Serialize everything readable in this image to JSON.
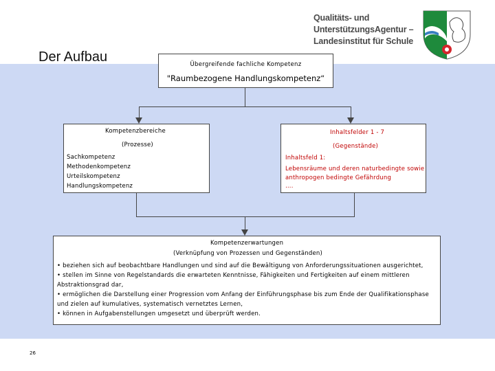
{
  "header": {
    "institution_lines": [
      "Qualitäts- und",
      "UnterstützungsAgentur –",
      "Landesinstitut für Schule"
    ],
    "title": "Der Aufbau"
  },
  "top_box": {
    "subtitle": "Übergreifende fachliche Kompetenz",
    "title": "\"Raumbezogene Handlungskompetenz“"
  },
  "left_box": {
    "title": "Kompetenzbereiche",
    "subtitle": "(Prozesse)",
    "items": [
      "Sachkompetenz",
      "Methodenkompetenz",
      "Urteilskompetenz",
      "Handlungskompetenz"
    ]
  },
  "right_box": {
    "title": "Inhaltsfelder 1 - 7",
    "subtitle": "(Gegenstände)",
    "field_label": "Inhaltsfeld 1:",
    "field_lines": [
      "Lebensräume und deren naturbedingte sowie",
      "anthropogen bedingte Gefährdung"
    ],
    "ellipsis": "…."
  },
  "center_box": {
    "title": "Kompetenzerwartungen",
    "subtitle": "(Verknüpfung von Prozessen und Gegenständen)",
    "lines": [
      "• beziehen sich auf beobachtbare Handlungen und sind auf die Bewältigung von Anforderungssituationen ausgerichtet,",
      "• stellen im Sinne von Regelstandards die erwarteten Kenntnisse, Fähigkeiten und Fertigkeiten auf einem mittleren",
      "Abstraktionsgrad dar,",
      "• ermöglichen die Darstellung einer Progression vom Anfang der Einführungsphase bis zum Ende der Qualifikationsphase",
      "und zielen auf kumulatives, systematisch vernetztes Lernen,",
      "• können in Aufgabenstellungen umgesetzt und überprüft werden."
    ]
  },
  "footer": {
    "page_number": "26"
  },
  "colors": {
    "background_band": "#cdd9f4",
    "accent_red": "#c00000",
    "crest_green": "#1e8a3c",
    "crest_red": "#d4262c"
  }
}
